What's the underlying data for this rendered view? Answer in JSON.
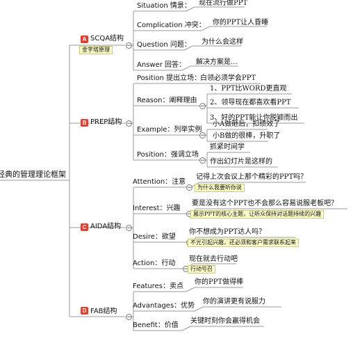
{
  "root": {
    "label": "经典的管理理论框架"
  },
  "branches": [
    {
      "badge": "A",
      "label": "SCQA结构",
      "note": "金字塔原理",
      "color": "#e0402f",
      "children": [
        {
          "label": "Situation 情景：",
          "leaf": "现在流行做PPT"
        },
        {
          "label": "Complication 冲突：",
          "leaf": "你的PPT让人昏睡"
        },
        {
          "label": "Question 问题：",
          "leaf": "为什么会这样"
        },
        {
          "label": "Answer 回答：",
          "leaf": "解决方案是..."
        }
      ]
    },
    {
      "badge": "B",
      "label": "PREP结构",
      "color": "#e0402f",
      "children": [
        {
          "label": "Position 提出立场：",
          "leaf": "白领必须学会PPT"
        },
        {
          "label": "Reason：阐释理由",
          "leaves": [
            "1、PPT比WORD更直观",
            "2、领导现在都喜欢看PPT",
            "3、好的PPT能让你脱颖而出"
          ]
        },
        {
          "label": "Example：列举实例",
          "leaves": [
            "小A做砸后，扣绩效了",
            "小B做的很棒，升职了"
          ]
        },
        {
          "label": "Position：强调立场",
          "leaves": [
            "抓紧时间学",
            "作出幻灯片是这样的"
          ]
        }
      ]
    },
    {
      "badge": "C",
      "label": "AIDA结构",
      "color": "#e0402f",
      "children": [
        {
          "label": "Attention：注意",
          "leaf": "记得上次会议上那个精彩的PPT吗？",
          "note": "为什么我要听你说"
        },
        {
          "label": "Interest：兴趣",
          "leaf": "要是没有这个PPT也不会那么容易说服老板吧？",
          "note": "展示PPT的核心主题，让听众保持对话题持续的兴趣"
        },
        {
          "label": "Desire：欲望",
          "leaf": "你不想成为PPT达人吗？",
          "note": "不光引起兴趣，还必须和客户需求联系起来"
        },
        {
          "label": "Action：行动",
          "leaf": "现在就去行动吧",
          "note": "行动号召"
        }
      ]
    },
    {
      "badge": "D",
      "label": "FAB结构",
      "color": "#e0402f",
      "children": [
        {
          "label": "Features：卖点",
          "leaf": "你的PPT做得棒"
        },
        {
          "label": "Advantages：优势",
          "leaf": "你的演讲更有说服力"
        },
        {
          "label": "Benefit：价值",
          "leaf": "关键时刻你会赢得机会"
        }
      ]
    }
  ],
  "toggle_symbol": "−"
}
